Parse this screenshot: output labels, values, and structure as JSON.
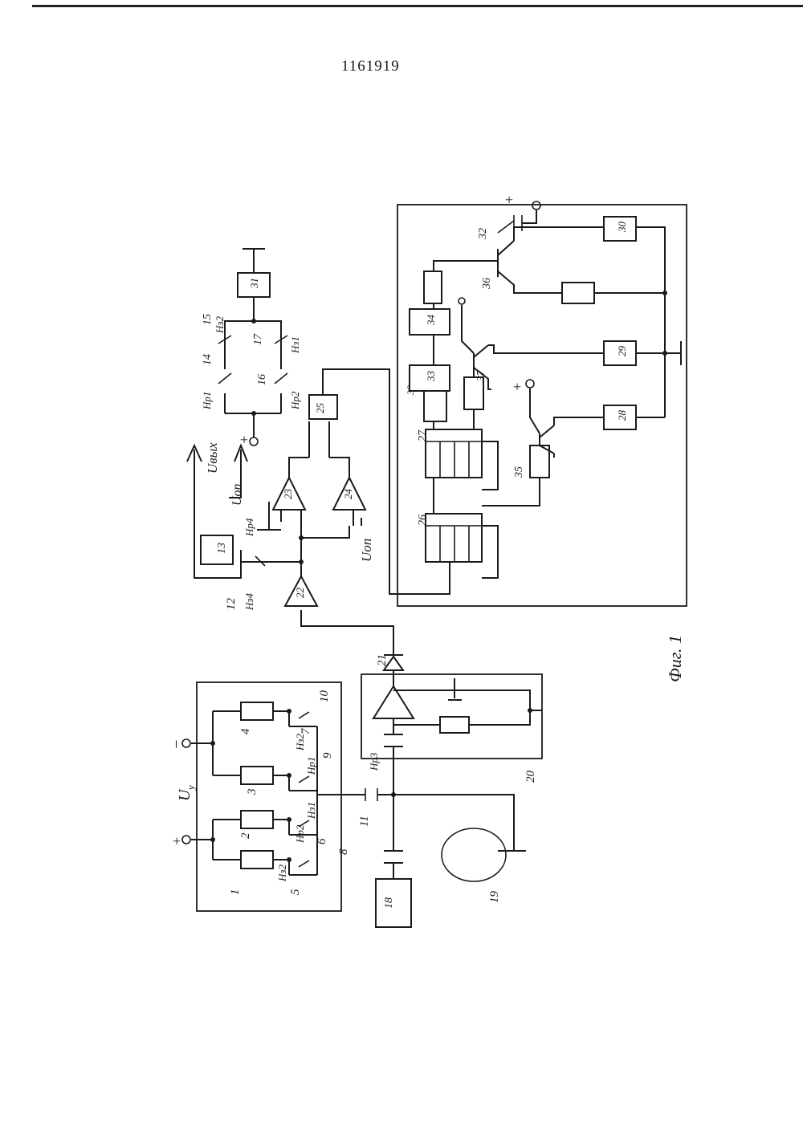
{
  "document": {
    "patent_number": "1161919",
    "figure_caption": "Фиг. 1"
  },
  "blocks": {
    "b18": "18",
    "b19": "19",
    "b20": "20",
    "b21": "21",
    "b22": "22",
    "b23": "23",
    "b24": "24",
    "b25": "25",
    "b26": "26",
    "b27": "27",
    "b28": "28",
    "b29": "29",
    "b30": "30",
    "b31": "31",
    "b33": "33",
    "b34": "34",
    "b35": "35",
    "b36": "36",
    "b37": "37",
    "b38": "38",
    "b32": "32",
    "b13": "13",
    "b12": "12",
    "b11": "11",
    "b14": "14",
    "b15": "15",
    "b16": "16",
    "b17": "17",
    "n1": "1",
    "n2": "2",
    "n3": "3",
    "n4": "4",
    "n5": "5",
    "n6": "6",
    "n7": "7",
    "n8": "8",
    "n9": "9",
    "n10": "10"
  },
  "labels": {
    "u_y": "U",
    "u_y_sub": "у",
    "u_out": "Uвых",
    "u_op_top": "Uоп",
    "u_op_bottom": "Uоп",
    "plus": "+",
    "minus": "−",
    "hr1_a": "Нр1",
    "hz2_a": "Нз2",
    "hz1_a": "Нз1",
    "hr2_a": "Нр2",
    "hr4": "Нр4",
    "hz4": "Нз4",
    "hr3": "Нр3",
    "hz2_b": "Нз2",
    "hr2_b": "Нр2",
    "hz1_b": "Нз1",
    "hr1_b": "Нр1",
    "hz2_c": "Нз2"
  }
}
